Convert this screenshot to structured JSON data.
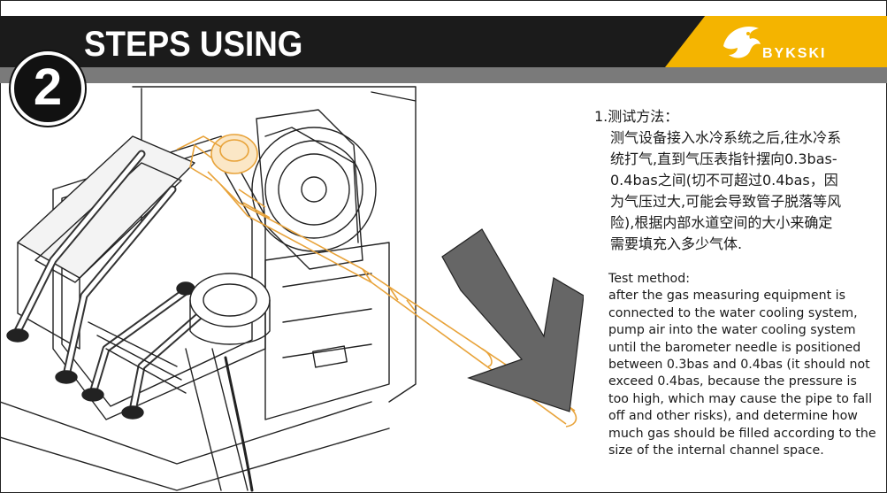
{
  "header": {
    "title": "STEPS USING",
    "step_number": "2",
    "brand_name": "BYKSKI"
  },
  "instructions": {
    "chinese_heading": "1.测试方法：",
    "chinese_body": "测气设备接入水冷系统之后,往水冷系统打气,直到气压表指针摆向0.3bas-0.4bas之间(切不可超过0.4bas，因为气压过大,可能会导致管子脱落等风险),根据内部水道空间的大小来确定需要填充入多少气体.",
    "english_heading": "Test method:",
    "english_body": "after the gas measuring equipment is connected to the water cooling system, pump air into the water cooling system until the barometer needle is positioned between 0.3bas and 0.4bas (it should not exceed 0.4bas, because the pressure is too high, which may cause the pipe to fall off and other risks), and determine how much gas should be filled according to the size of the internal channel space."
  },
  "colors": {
    "header_bg": "#1b1b1b",
    "brand_yellow": "#f4b400",
    "band_gray": "#7a7a7a",
    "highlight_orange": "#e8a33a"
  },
  "illustration": {
    "subject": "pc-case-water-cooling-line-art",
    "arrow_icon": "gray-arrow-icon"
  }
}
